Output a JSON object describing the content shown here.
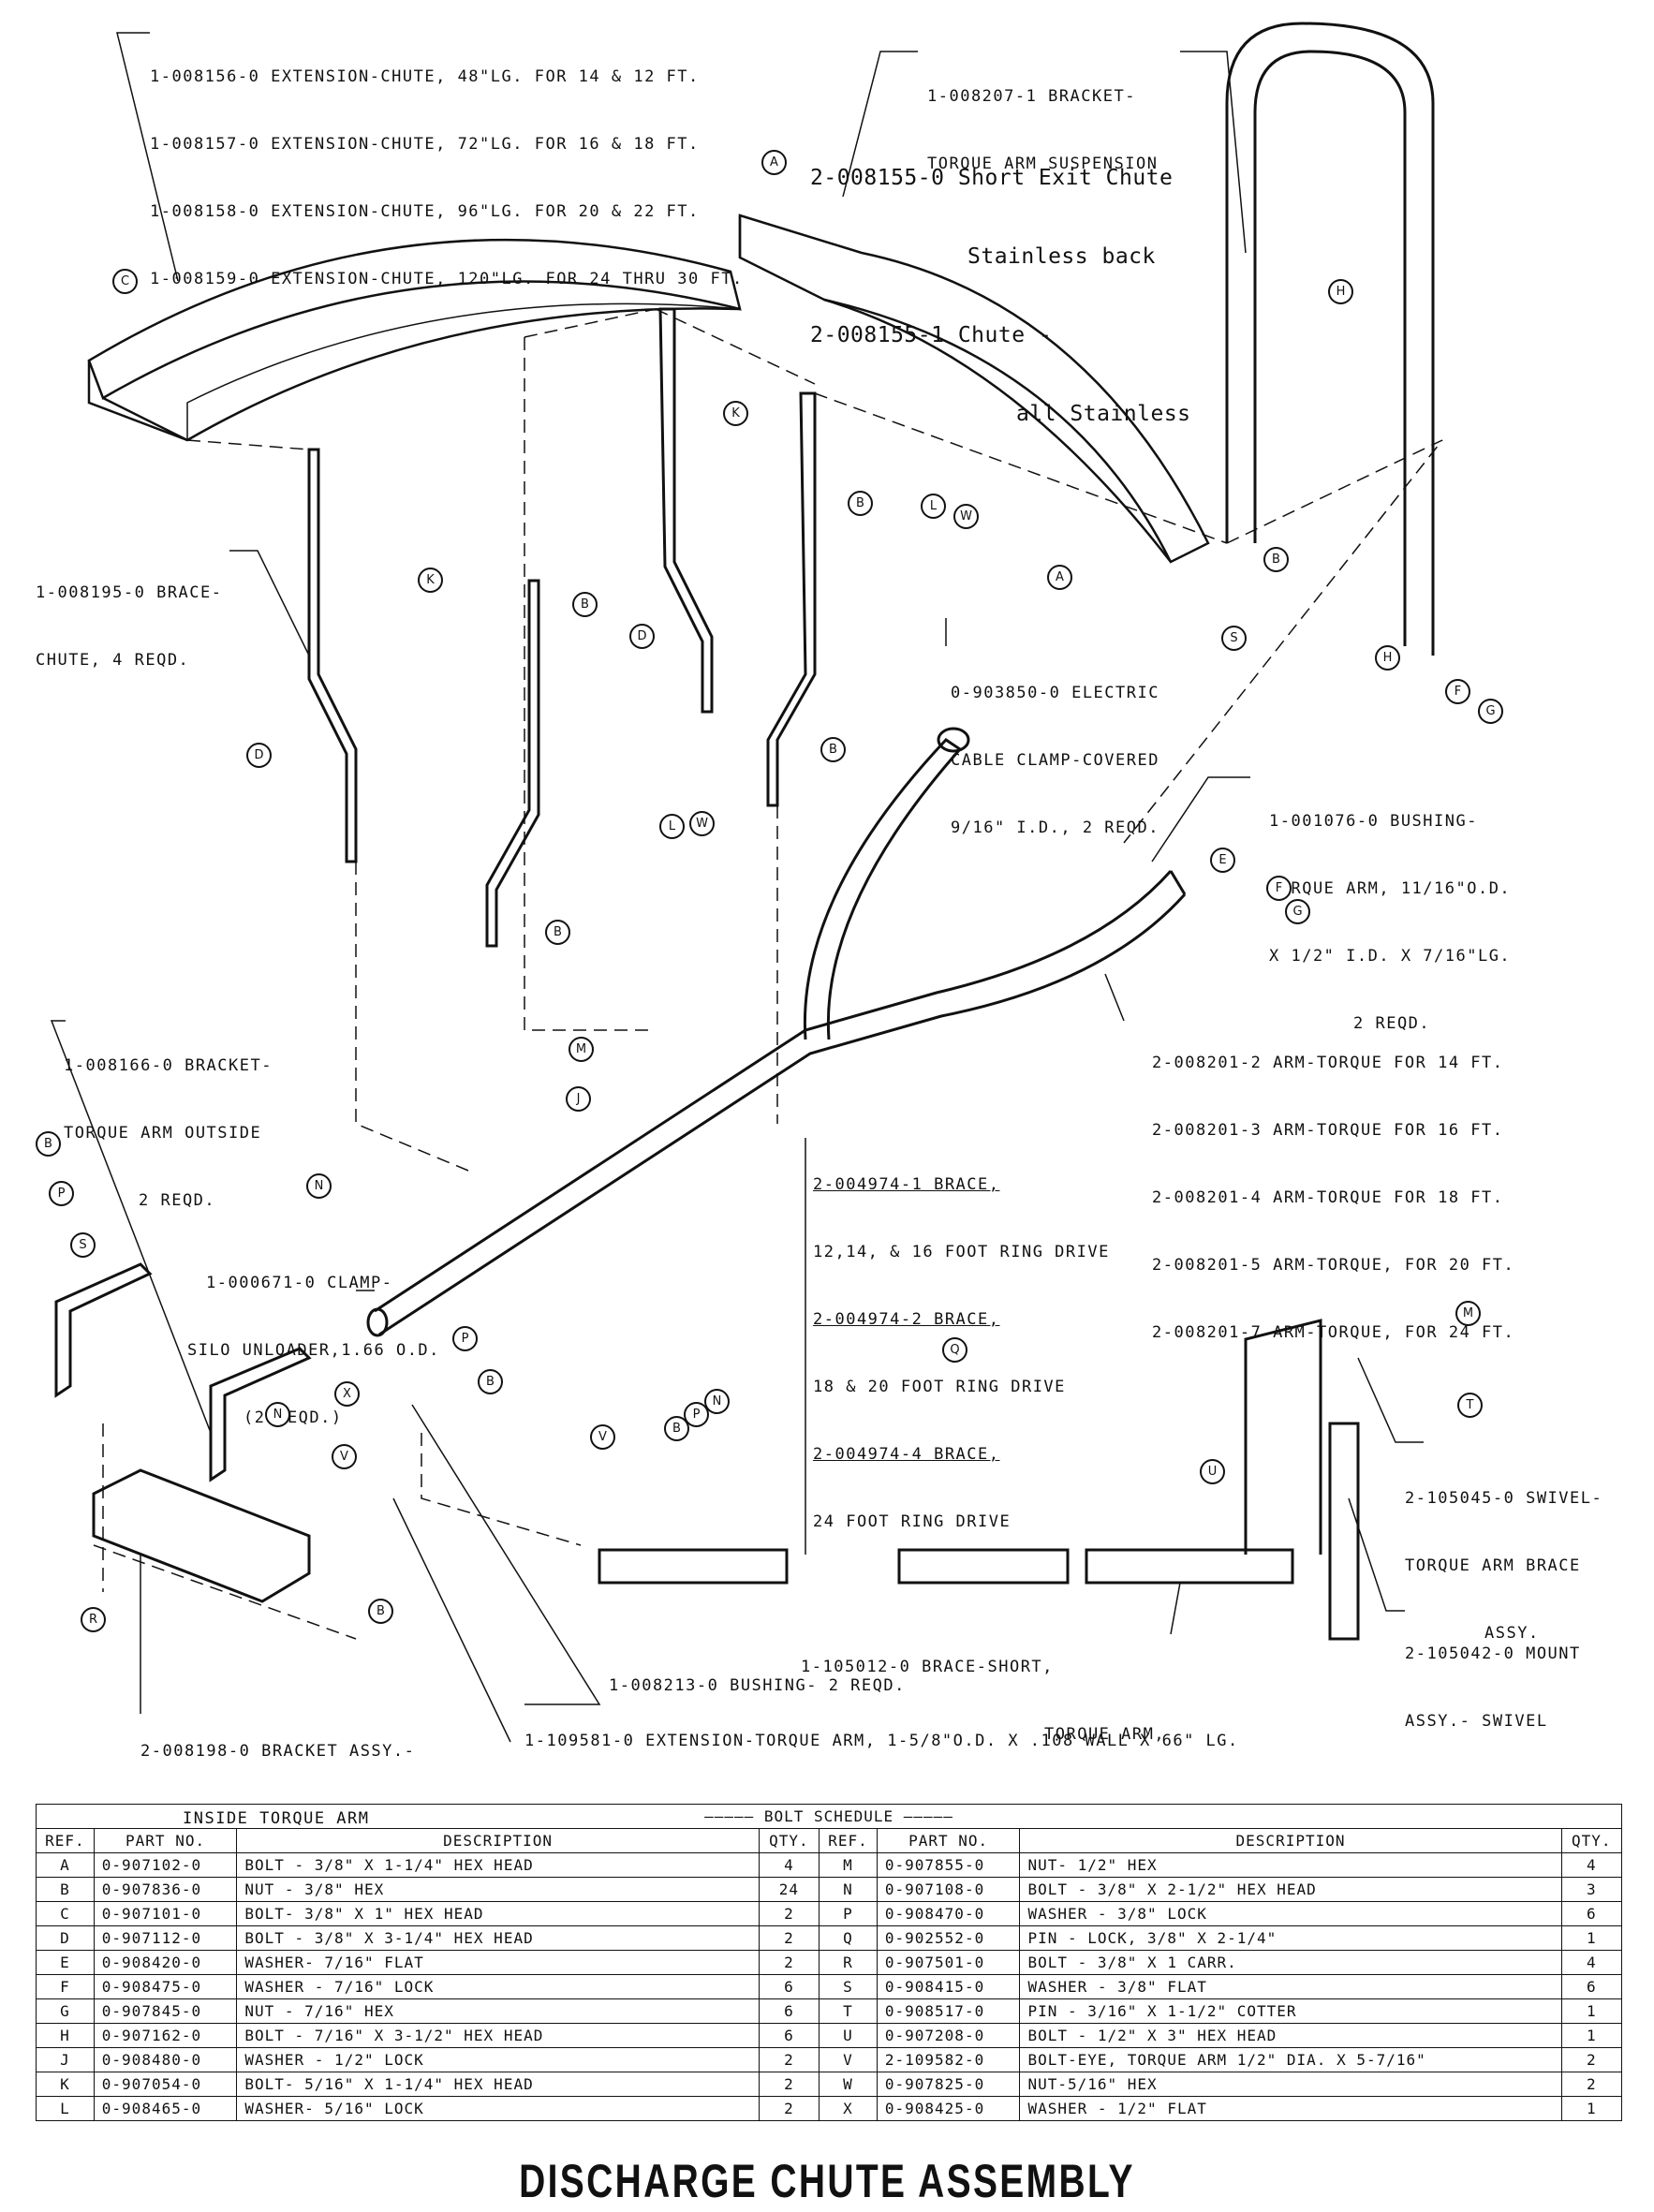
{
  "part_labels": {
    "extension_chute": [
      "1-008156-0 EXTENSION-CHUTE, 48\"LG. FOR 14 & 12 FT.",
      "1-008157-0 EXTENSION-CHUTE, 72\"LG. FOR 16 & 18 FT.",
      "1-008158-0 EXTENSION-CHUTE, 96\"LG. FOR 20 & 22 FT.",
      "1-008159-0 EXTENSION-CHUTE, 120\"LG. FOR 24 THRU 30 FT."
    ],
    "bracket_torque_arm_suspension": [
      "1-008207-1 BRACKET-",
      "TORQUE ARM SUSPENSION"
    ],
    "short_exit_chute": [
      "2-008155-0 Short Exit Chute",
      "Stainless back",
      "2-008155-1 Chute -",
      "all Stainless"
    ],
    "brace_chute": [
      "1-008195-0 BRACE-",
      "CHUTE, 4 REQD."
    ],
    "electric_cable_clamp": [
      "0-903850-0 ELECTRIC",
      "CABLE CLAMP-COVERED",
      "9/16\" I.D., 2 REQD."
    ],
    "bushing_torque_arm": [
      "1-001076-0 BUSHING-",
      "TORQUE ARM, 11/16\"O.D.",
      "X 1/2\" I.D. X 7/16\"LG.",
      "2 REQD."
    ],
    "arm_torque": [
      "2-008201-2 ARM-TORQUE FOR 14 FT.",
      "2-008201-3 ARM-TORQUE FOR 16 FT.",
      "2-008201-4 ARM-TORQUE FOR 18 FT.",
      "2-008201-5 ARM-TORQUE, FOR 20 FT.",
      "2-008201-7 ARM-TORQUE, FOR 24 FT."
    ],
    "bracket_torque_arm_outside": [
      "1-008166-0 BRACKET-",
      "TORQUE ARM OUTSIDE",
      "2 REQD."
    ],
    "brace_ring_drive": [
      "2-004974-1 BRACE,",
      "12,14, & 16 FOOT RING DRIVE",
      "2-004974-2 BRACE,",
      "18 & 20 FOOT RING DRIVE",
      "2-004974-4 BRACE,",
      "24 FOOT RING DRIVE"
    ],
    "clamp_silo_unloader": [
      "1-000671-0 CLAMP-",
      "SILO UNLOADER,1.66 O.D.",
      "(2 REQD.)"
    ],
    "swivel_torque_arm_brace": [
      "2-105045-0 SWIVEL-",
      "TORQUE ARM BRACE",
      "ASSY."
    ],
    "mount_assy_swivel": [
      "2-105042-0 MOUNT",
      "ASSY.- SWIVEL"
    ],
    "brace_short": [
      "1-105012-0 BRACE-SHORT,",
      "TORQUE ARM,"
    ],
    "bushing": "1-008213-0 BUSHING- 2 REQD.",
    "bracket_assy_inside": [
      "2-008198-0 BRACKET ASSY.-",
      "INSIDE TORQUE ARM"
    ],
    "extension_torque_arm": "1-109581-0 EXTENSION-TORQUE ARM, 1-5/8\"O.D. X .108 WALL X 66\" LG."
  },
  "callouts": [
    "A",
    "A",
    "A",
    "B",
    "B",
    "B",
    "B",
    "B",
    "B",
    "B",
    "B",
    "B",
    "B",
    "C",
    "D",
    "D",
    "E",
    "E",
    "F",
    "F",
    "G",
    "G",
    "H",
    "H",
    "J",
    "K",
    "K",
    "L",
    "L",
    "M",
    "M",
    "N",
    "N",
    "N",
    "P",
    "P",
    "P",
    "Q",
    "R",
    "S",
    "S",
    "T",
    "U",
    "V",
    "V",
    "W",
    "W",
    "X"
  ],
  "bolt_schedule": {
    "caption": "BOLT SCHEDULE",
    "headers": [
      "REF.",
      "PART NO.",
      "DESCRIPTION",
      "QTY.",
      "REF.",
      "PART NO.",
      "DESCRIPTION",
      "QTY."
    ],
    "rows": [
      [
        "A",
        "0-907102-0",
        "BOLT - 3/8\" X 1-1/4\" HEX HEAD",
        "4",
        "M",
        "0-907855-0",
        "NUT- 1/2\" HEX",
        "4"
      ],
      [
        "B",
        "0-907836-0",
        "NUT - 3/8\" HEX",
        "24",
        "N",
        "0-907108-0",
        "BOLT - 3/8\" X 2-1/2\" HEX HEAD",
        "3"
      ],
      [
        "C",
        "0-907101-0",
        "BOLT- 3/8\" X 1\" HEX HEAD",
        "2",
        "P",
        "0-908470-0",
        "WASHER - 3/8\" LOCK",
        "6"
      ],
      [
        "D",
        "0-907112-0",
        "BOLT - 3/8\" X 3-1/4\" HEX HEAD",
        "2",
        "Q",
        "0-902552-0",
        "PIN - LOCK, 3/8\" X 2-1/4\"",
        "1"
      ],
      [
        "E",
        "0-908420-0",
        "WASHER- 7/16\" FLAT",
        "2",
        "R",
        "0-907501-0",
        "BOLT - 3/8\" X 1 CARR.",
        "4"
      ],
      [
        "F",
        "0-908475-0",
        "WASHER - 7/16\" LOCK",
        "6",
        "S",
        "0-908415-0",
        "WASHER - 3/8\" FLAT",
        "6"
      ],
      [
        "G",
        "0-907845-0",
        "NUT - 7/16\" HEX",
        "6",
        "T",
        "0-908517-0",
        "PIN - 3/16\" X 1-1/2\" COTTER",
        "1"
      ],
      [
        "H",
        "0-907162-0",
        "BOLT - 7/16\" X 3-1/2\" HEX HEAD",
        "6",
        "U",
        "0-907208-0",
        "BOLT - 1/2\" X 3\" HEX HEAD",
        "1"
      ],
      [
        "J",
        "0-908480-0",
        "WASHER - 1/2\" LOCK",
        "2",
        "V",
        "2-109582-0",
        "BOLT-EYE, TORQUE ARM 1/2\" DIA. X 5-7/16\"",
        "2"
      ],
      [
        "K",
        "0-907054-0",
        "BOLT- 5/16\" X 1-1/4\" HEX HEAD",
        "2",
        "W",
        "0-907825-0",
        "NUT-5/16\" HEX",
        "2"
      ],
      [
        "L",
        "0-908465-0",
        "WASHER- 5/16\" LOCK",
        "2",
        "X",
        "0-908425-0",
        "WASHER - 1/2\" FLAT",
        "1"
      ]
    ]
  },
  "title": "DISCHARGE CHUTE ASSEMBLY"
}
